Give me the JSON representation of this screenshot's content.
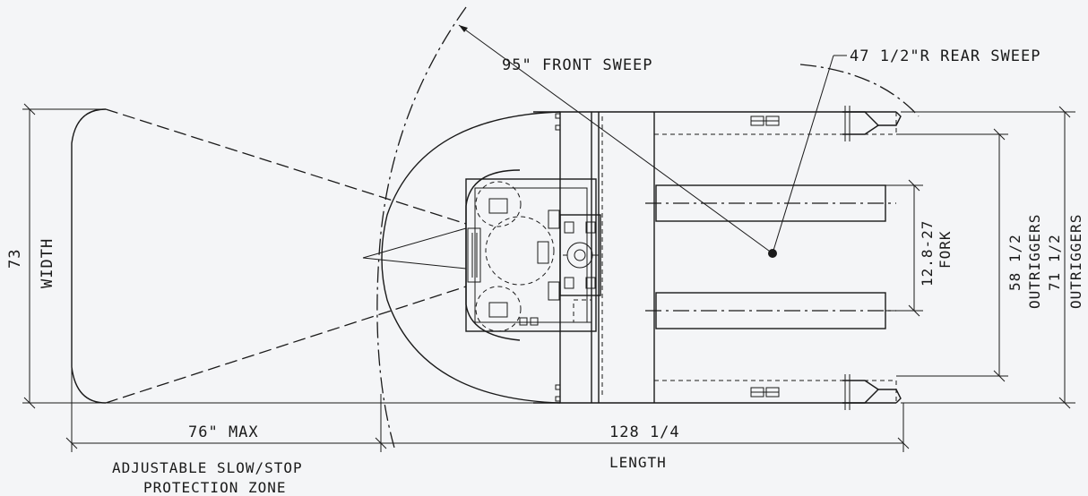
{
  "labels": {
    "front_sweep": "95\" FRONT SWEEP",
    "rear_sweep": "47 1/2\"R REAR SWEEP",
    "width_value": "73",
    "width_label": "WIDTH",
    "max_value": "76\" MAX",
    "zone_line1": "ADJUSTABLE SLOW/STOP",
    "zone_line2": "PROTECTION ZONE",
    "length_value": "128 1/4",
    "length_label": "LENGTH",
    "fork_value": "12.8-27",
    "fork_label": "FORK",
    "outrigger_inner_value": "58 1/2",
    "outrigger_inner_label": "OUTRIGGERS",
    "outrigger_outer_value": "71 1/2",
    "outrigger_outer_label": "OUTRIGGERS"
  },
  "colors": {
    "line": "#1a1a1a",
    "background": "#f4f5f7"
  }
}
